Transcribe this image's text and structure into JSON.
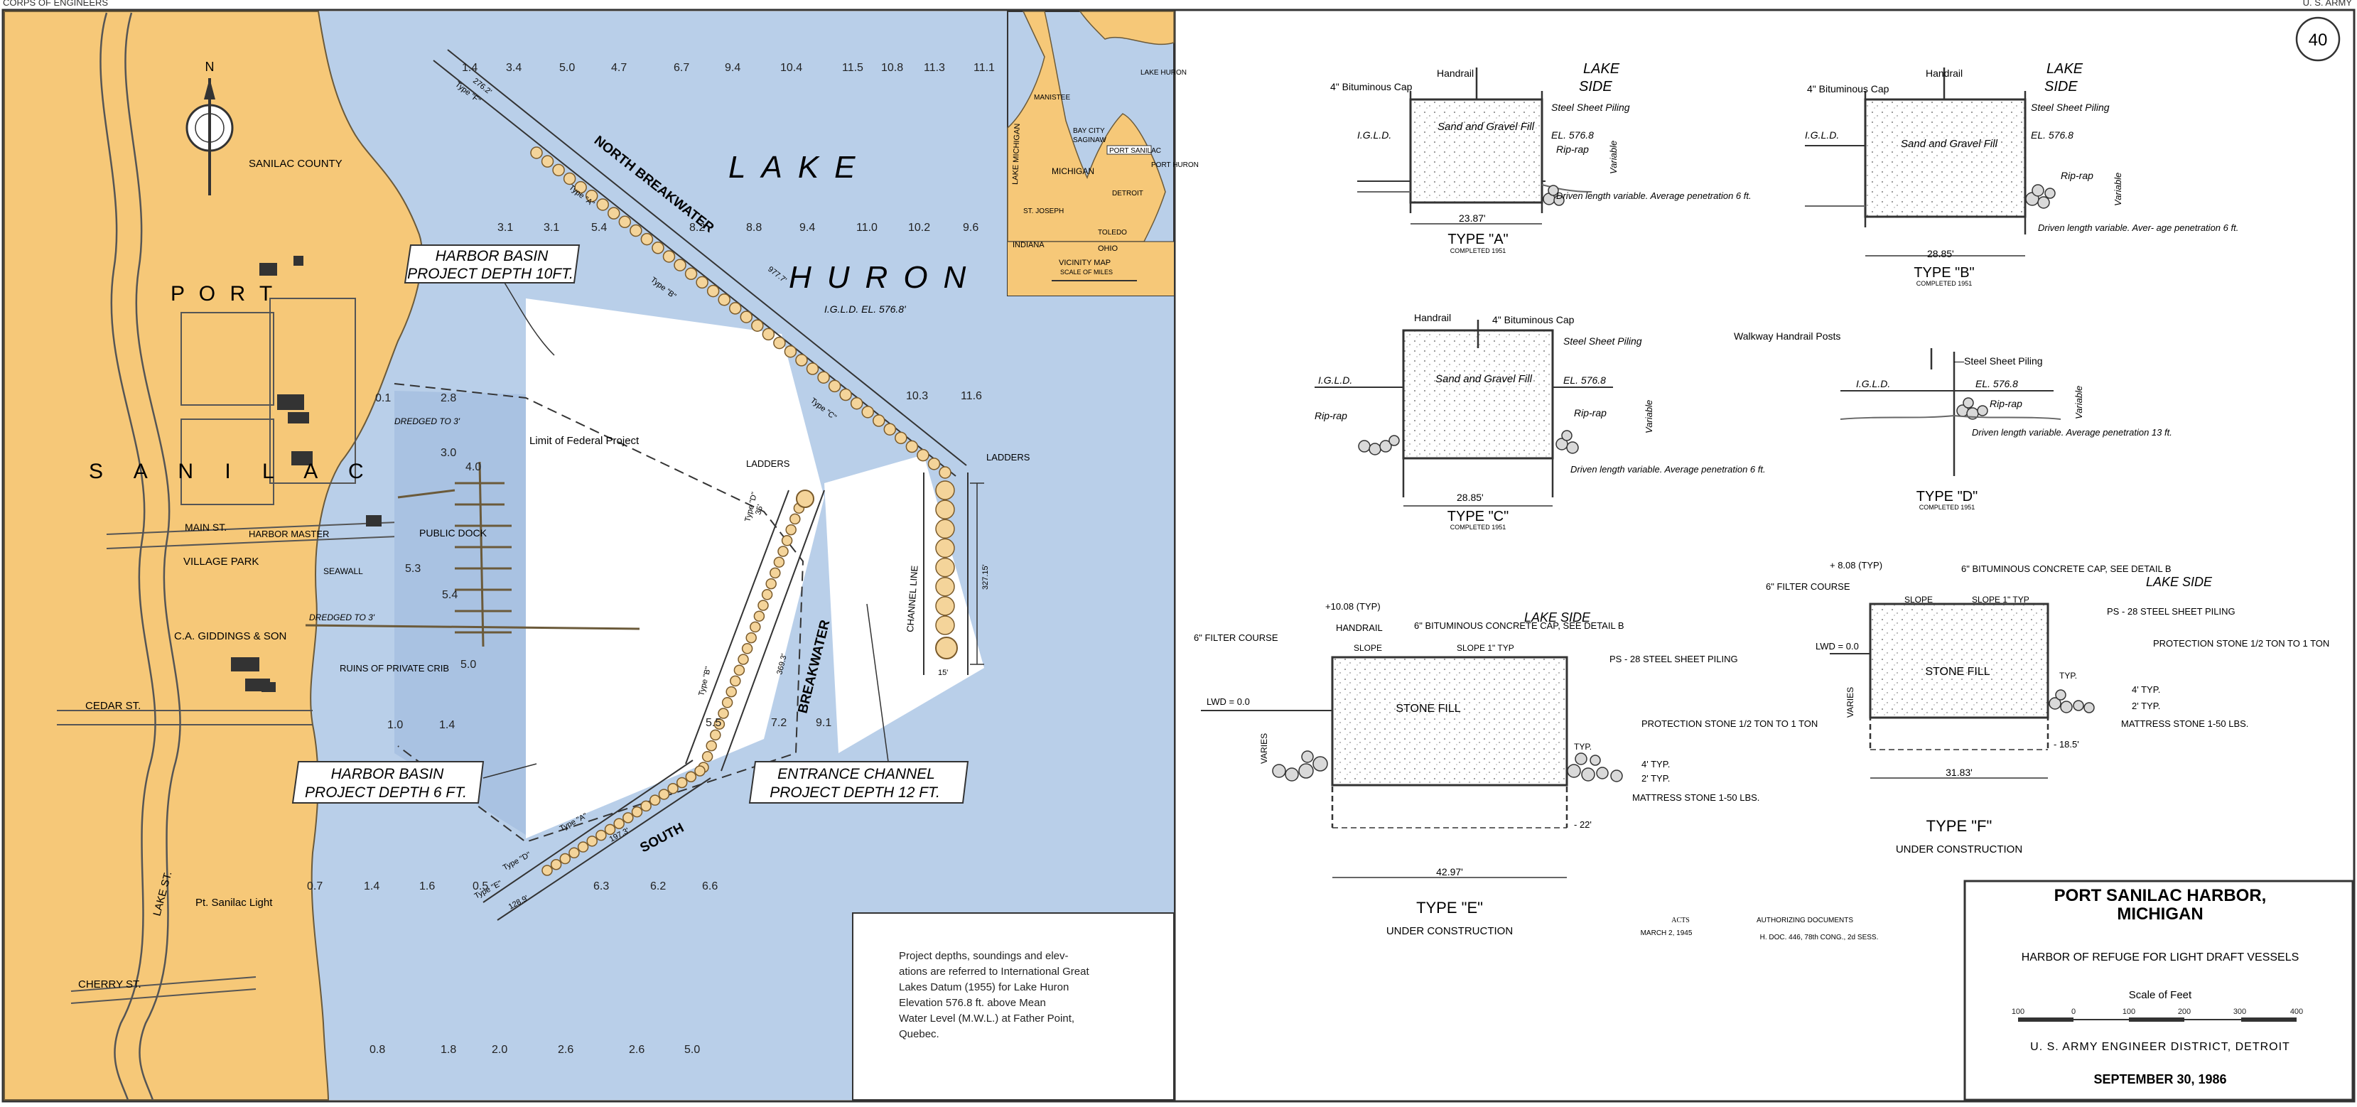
{
  "header": {
    "left": "CORPS OF ENGINEERS",
    "right": "U. S. ARMY"
  },
  "sheet_number": "40",
  "map": {
    "lake_name_1": "LAKE",
    "lake_name_2": "HURON",
    "datum_label": "I.G.L.D. EL. 576.8'",
    "town_1": "P O R T",
    "town_2": "S A N I L A C",
    "county": "SANILAC COUNTY",
    "compass_label": "N",
    "north_breakwater": "NORTH BREAKWATER",
    "breakwater": "BREAKWATER",
    "south": "SOUTH",
    "channel_line": "CHANNEL LINE",
    "ladders_1": "LADDERS",
    "ladders_2": "LADDERS",
    "limit_label": "Limit of Federal Project",
    "dredged_3_a": "DREDGED TO 3'",
    "dredged_3_b": "DREDGED TO 3'",
    "public_dock": "PUBLIC DOCK",
    "harbor_master": "HARBOR MASTER",
    "main_st": "MAIN ST.",
    "village_park": "VILLAGE PARK",
    "seawall": "SEAWALL",
    "giddings": "C.A. GIDDINGS & SON",
    "ruins": "RUINS OF PRIVATE CRIB",
    "cedar_st": "CEDAR ST.",
    "lake_st": "LAKE ST.",
    "cherry_st": "CHERRY ST.",
    "light": "Pt. Sanilac Light",
    "dim_1": "276.2'",
    "dim_2": "977.7'",
    "dim_3": "327.15'",
    "dim_4": "369.3'",
    "dim_5": "197.3'",
    "dim_6": "128.9'",
    "dim_7": "35'",
    "dim_8": "15'",
    "seg_a1": "Type \"A\"",
    "seg_a2": "Type \"A\"",
    "seg_b1": "Type \"B\"",
    "seg_b2": "Type \"B\"",
    "seg_c": "Type \"C\"",
    "seg_d1": "Type \"D\"",
    "seg_d2": "Type \"D\"",
    "seg_e": "Type \"E\"",
    "seg_f": "Type \"F\""
  },
  "callouts": {
    "basin_10_l1": "HARBOR BASIN",
    "basin_10_l2": "PROJECT DEPTH 10FT.",
    "basin_6_l1": "HARBOR BASIN",
    "basin_6_l2": "PROJECT DEPTH 6 FT.",
    "channel_l1": "ENTRANCE CHANNEL",
    "channel_l2": "PROJECT DEPTH 12 FT."
  },
  "soundings": [
    "1.4",
    "3.4",
    "5.0",
    "4.7",
    "6.7",
    "9.4",
    "10.4",
    "11.5",
    "10.8",
    "11.3",
    "11.1",
    "3.1",
    "3.1",
    "5.4",
    "8.2",
    "8.8",
    "9.4",
    "11.0",
    "10.2",
    "9.6",
    "0.1",
    "2.8",
    "3.0",
    "4.0",
    "5.3",
    "5.4",
    "5.0",
    "10.3",
    "11.6",
    "5.5",
    "7.2",
    "9.1",
    "1.0",
    "1.4",
    "0.7",
    "1.4",
    "1.6",
    "0.5",
    "6.3",
    "6.2",
    "6.6",
    "0.8",
    "1.8",
    "2.0",
    "2.6",
    "2.6",
    "5.0"
  ],
  "inset": {
    "lake_michigan": "LAKE MICHIGAN",
    "lake_huron": "LAKE HURON",
    "manistee": "MANISTEE",
    "bay_city": "BAY CITY",
    "saginaw": "SAGINAW",
    "port_sanilac": "PORT SANILAC",
    "port_huron": "PORT HURON",
    "michigan": "MICHIGAN",
    "st_joseph": "ST. JOSEPH",
    "detroit": "DETROIT",
    "toledo": "TOLEDO",
    "indiana": "INDIANA",
    "ohio": "OHIO",
    "vicinity_map": "VICINITY MAP",
    "scale_of_miles": "SCALE OF MILES"
  },
  "note": {
    "lines": [
      "Project depths, soundings and elev-",
      "ations are referred to International Great",
      "Lakes Datum (1955) for Lake Huron",
      "Elevation 576.8 ft. above Mean",
      "Water Level (M.W.L.) at Father Point,",
      "Quebec."
    ]
  },
  "sections": {
    "lake_side": "LAKE SIDE",
    "handrail": "Handrail",
    "bitum_cap": "4\" Bituminous Cap",
    "sand_fill": "Sand and Gravel Fill",
    "steel_piling": "Steel Sheet Piling",
    "el_576": "EL. 576.8",
    "rip_rap": "Rip-rap",
    "variable": "Variable",
    "driven_a": "Driven length variable. Average penetration 6 ft.",
    "driven_b": "Driven length variable. Aver- age penetration 6 ft.",
    "driven_d": "Driven length variable. Average penetration 13 ft.",
    "igld": "I.G.L.D.",
    "walkway": "Walkway Handrail Posts",
    "type_a": "TYPE \"A\"",
    "type_b": "TYPE \"B\"",
    "type_c": "TYPE \"C\"",
    "type_d": "TYPE \"D\"",
    "type_e": "TYPE \"E\"",
    "type_f": "TYPE \"F\"",
    "completed": "COMPLETED 1951",
    "under_construction": "UNDER CONSTRUCTION",
    "width_a": "23.87'",
    "width_b": "28.85'",
    "width_c": "28.85'",
    "width_e": "42.97'",
    "width_f": "31.83'",
    "filter_course": "6\" FILTER COURSE",
    "stone_fill": "STONE FILL",
    "lwd": "LWD = 0.0",
    "varies": "VARIES",
    "e_top": "+10.08 (TYP)",
    "f_top": "+ 8.08 (TYP)",
    "e_cap": "6\" BITUMINOUS CONCRETE CAP, SEE DETAIL B",
    "slope": "SLOPE",
    "slope_typ": "SLOPE 1\" TYP",
    "ps28": "PS - 28 STEEL SHEET PILING",
    "prot_e": "PROTECTION STONE 1/2 TON TO 1 TON",
    "prot_f": "PROTECTION STONE 1/2 TON TO 1 TON",
    "mattress": "MATTRESS STONE 1-50 LBS.",
    "typ": "TYP.",
    "four_typ": "4' TYP.",
    "two_typ": "2' TYP.",
    "e_bottom": "- 22'",
    "f_bottom": "- 18.5'"
  },
  "acts": {
    "acts_head": "ACTS",
    "acts_val": "MARCH 2, 1945",
    "docs_head": "AUTHORIZING DOCUMENTS",
    "docs_val": "H. DOC. 446, 78th CONG., 2d SESS."
  },
  "title_block": {
    "title_1": "PORT SANILAC HARBOR,",
    "title_2": "MICHIGAN",
    "subtitle": "HARBOR OF REFUGE FOR LIGHT DRAFT VESSELS",
    "scale_label": "Scale of Feet",
    "scale_ticks": [
      "100",
      "0",
      "100",
      "200",
      "300",
      "400"
    ],
    "district": "U. S. ARMY ENGINEER DISTRICT, DETROIT",
    "date": "SEPTEMBER 30, 1986"
  },
  "colors": {
    "land": "#f6c878",
    "water": "#b9cfe9",
    "basin": "#ffffff",
    "ink": "#2a2a2a",
    "stone": "#f4d49a"
  }
}
